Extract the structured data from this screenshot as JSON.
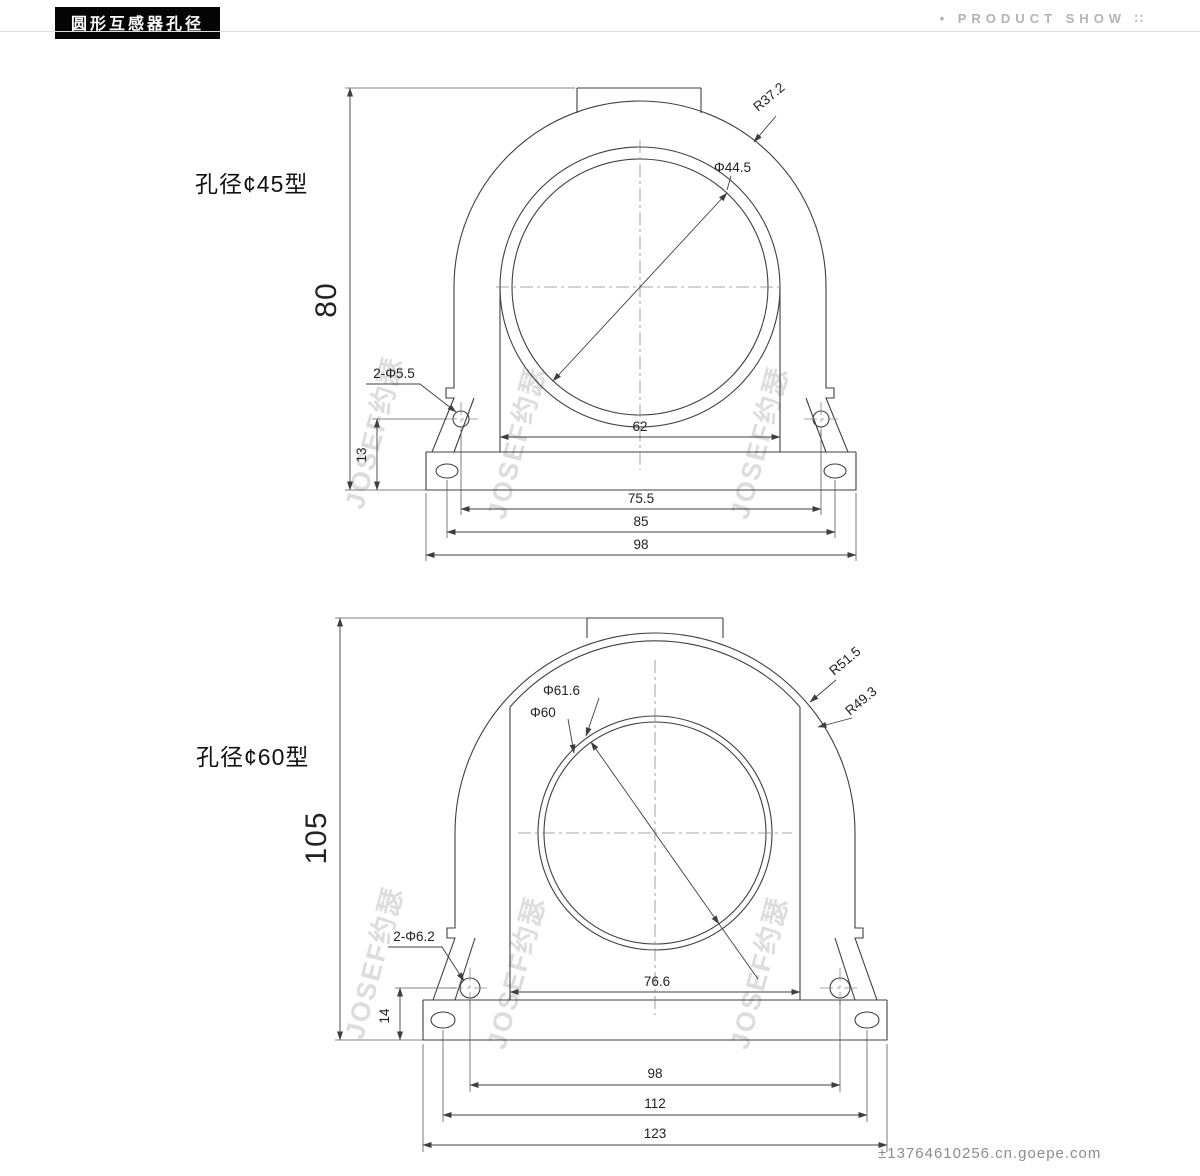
{
  "header": {
    "badge": "圆形互感器孔径",
    "bullet": "•",
    "show_label": "PRODUCT SHOW",
    "deco": "∷"
  },
  "watermark": {
    "brand": "JOSEF约瑟",
    "site": "±13764610256.cn.goepe.com"
  },
  "d45": {
    "title": "孔径¢45型",
    "height": "80",
    "foot": "13",
    "holes": "2-Φ5.5",
    "bore": "Φ44.5",
    "radius": "R37.2",
    "inner_width": "62",
    "hole_span": "75.5",
    "slot_span": "85",
    "base_width": "98"
  },
  "d60": {
    "title": "孔径¢60型",
    "height": "105",
    "foot": "14",
    "holes": "2-Φ6.2",
    "bore_outer": "Φ61.6",
    "bore_inner": "Φ60",
    "radius_outer": "R51.5",
    "radius_inner": "R49.3",
    "inner_width": "76.6",
    "hole_span": "98",
    "slot_span": "112",
    "base_width": "123"
  }
}
